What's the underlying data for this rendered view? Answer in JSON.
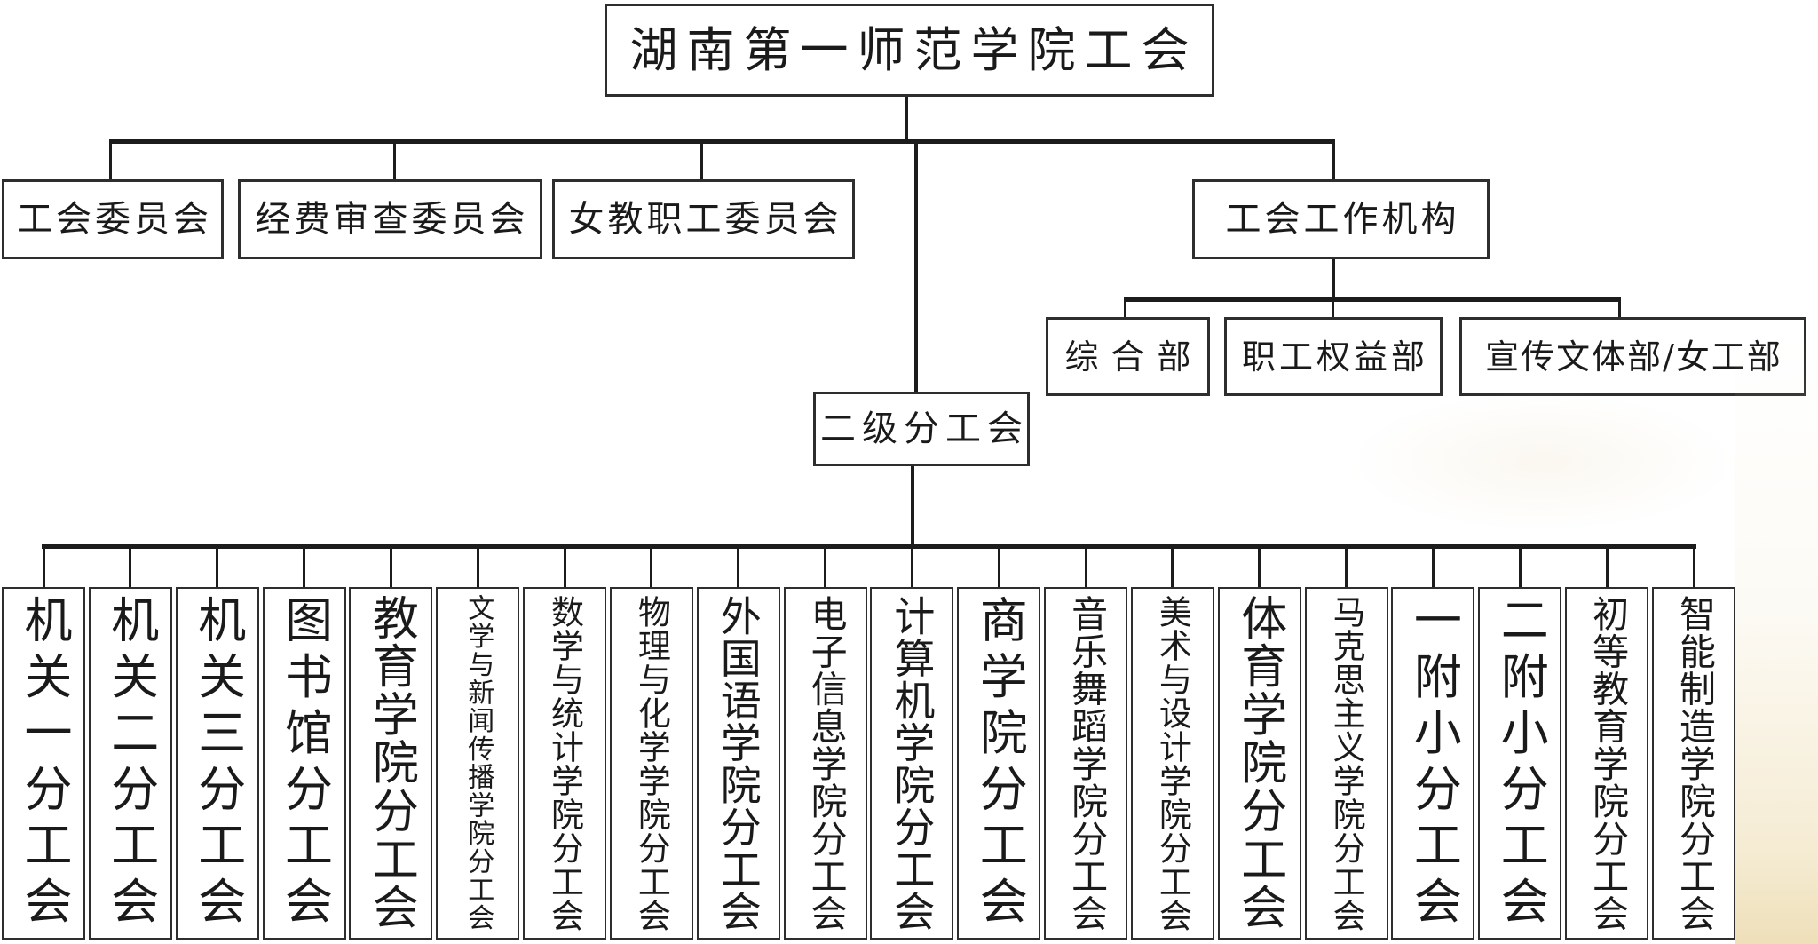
{
  "colors": {
    "line": "#1c1c1c",
    "box_border": "#2e2e2e",
    "text": "#1a1a1a",
    "background": "#ffffff",
    "scan_tint": "#eddcb2"
  },
  "root": {
    "label": "湖南第一师范学院工会"
  },
  "committees": [
    {
      "label": "工会委员会"
    },
    {
      "label": "经费审查委员会"
    },
    {
      "label": "女教职工委员会"
    }
  ],
  "work_org": {
    "label": "工会工作机构",
    "departments": [
      {
        "label": "综合部"
      },
      {
        "label": "职工权益部"
      },
      {
        "label": "宣传文体部/女工部"
      }
    ]
  },
  "secondary": {
    "label": "二级分工会",
    "sub_unions": [
      {
        "label": "机关一分工会"
      },
      {
        "label": "机关二分工会"
      },
      {
        "label": "机关三分工会"
      },
      {
        "label": "图书馆分工会"
      },
      {
        "label": "教育学院分工会"
      },
      {
        "label": "文学与新闻传播学院分工会"
      },
      {
        "label": "数学与统计学院分工会"
      },
      {
        "label": "物理与化学学院分工会"
      },
      {
        "label": "外国语学院分工会"
      },
      {
        "label": "电子信息学院分工会"
      },
      {
        "label": "计算机学院分工会"
      },
      {
        "label": "商学院分工会"
      },
      {
        "label": "音乐舞蹈学院分工会"
      },
      {
        "label": "美术与设计学院分工会"
      },
      {
        "label": "体育学院分工会"
      },
      {
        "label": "马克思主义学院分工会"
      },
      {
        "label": "一附小分工会"
      },
      {
        "label": "二附小分工会"
      },
      {
        "label": "初等教育学院分工会"
      },
      {
        "label": "智能制造学院分工会"
      }
    ]
  }
}
